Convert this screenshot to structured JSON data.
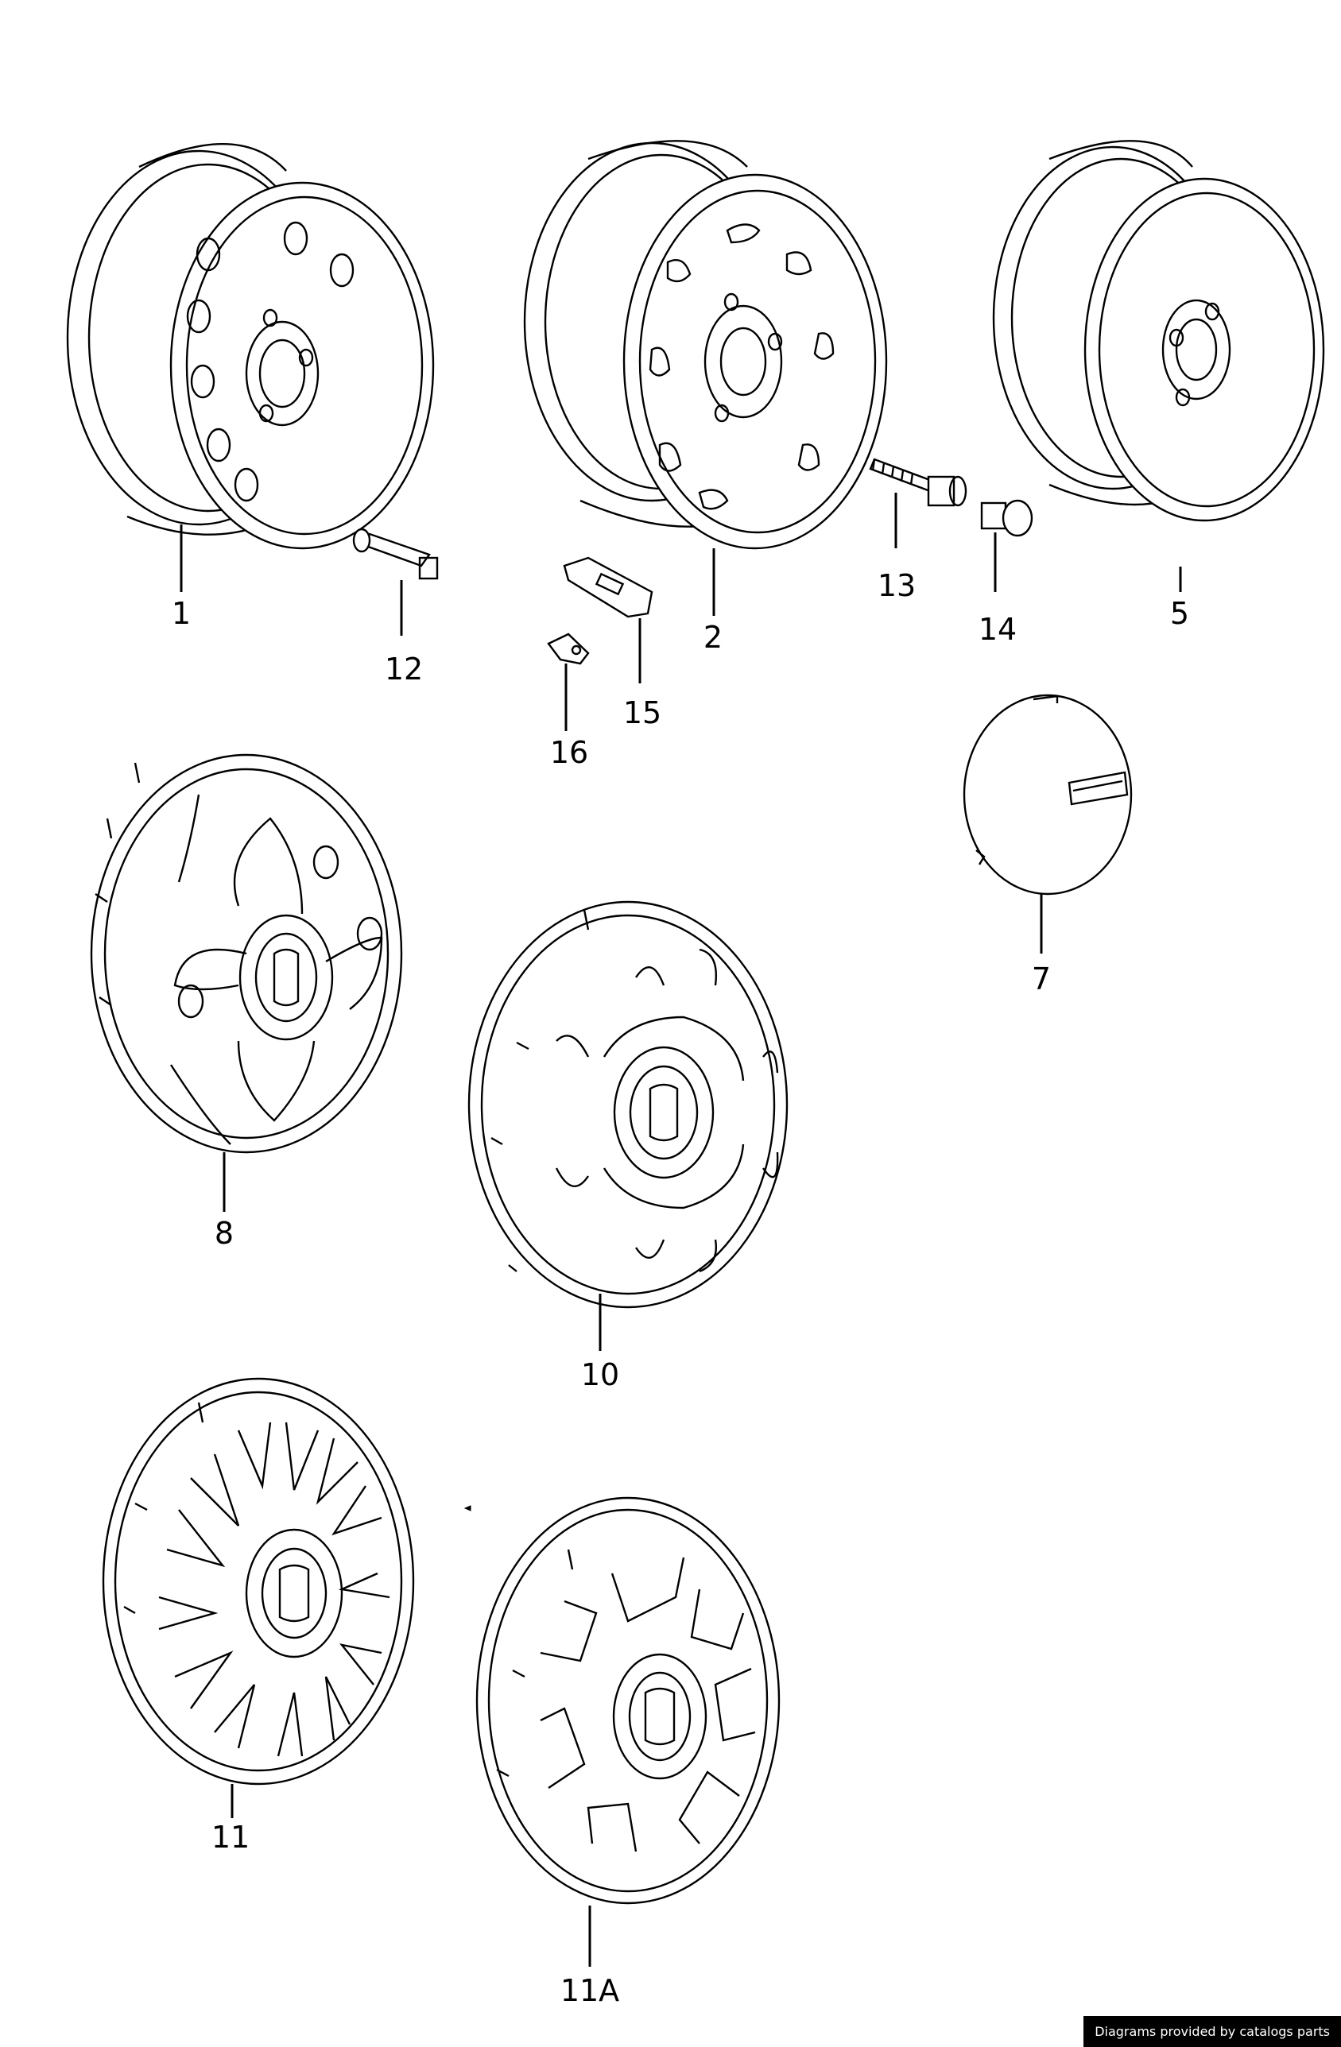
{
  "callouts": [
    {
      "id": "1",
      "text": "1"
    },
    {
      "id": "12",
      "text": "12"
    },
    {
      "id": "16",
      "text": "16"
    },
    {
      "id": "15",
      "text": "15"
    },
    {
      "id": "2",
      "text": "2"
    },
    {
      "id": "13",
      "text": "13"
    },
    {
      "id": "14",
      "text": "14"
    },
    {
      "id": "5",
      "text": "5"
    },
    {
      "id": "7",
      "text": "7"
    },
    {
      "id": "8",
      "text": "8"
    },
    {
      "id": "10",
      "text": "10"
    },
    {
      "id": "11",
      "text": "11"
    },
    {
      "id": "11A",
      "text": "11A"
    }
  ],
  "credit": "Diagrams provided by catalogs parts"
}
